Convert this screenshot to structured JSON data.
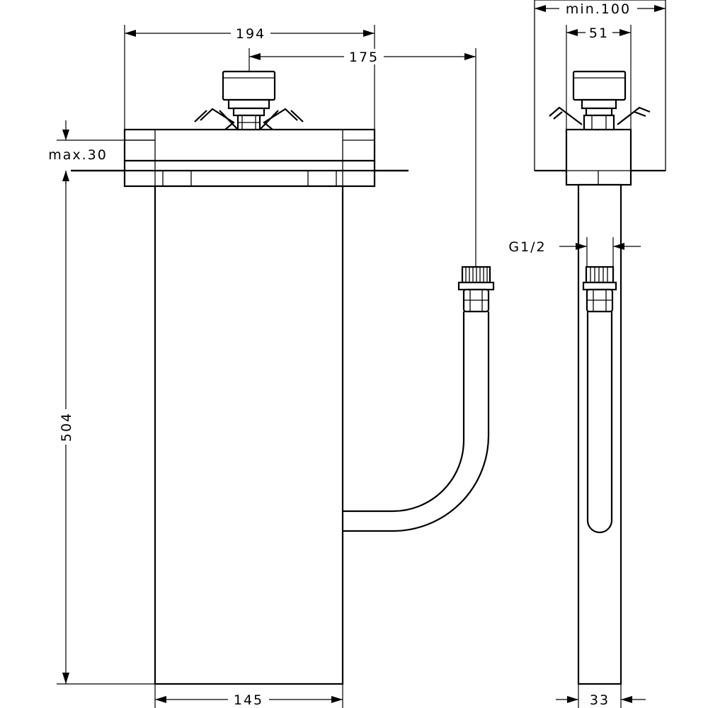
{
  "dimensions": {
    "overall_width": "194",
    "axis_to_outlet": "175",
    "max_mounting_thickness": "max.30",
    "installation_height": "504",
    "body_width": "145",
    "min_spacing": "min.100",
    "top_width": "51",
    "connection_thread": "G1/2",
    "body_depth": "33"
  }
}
